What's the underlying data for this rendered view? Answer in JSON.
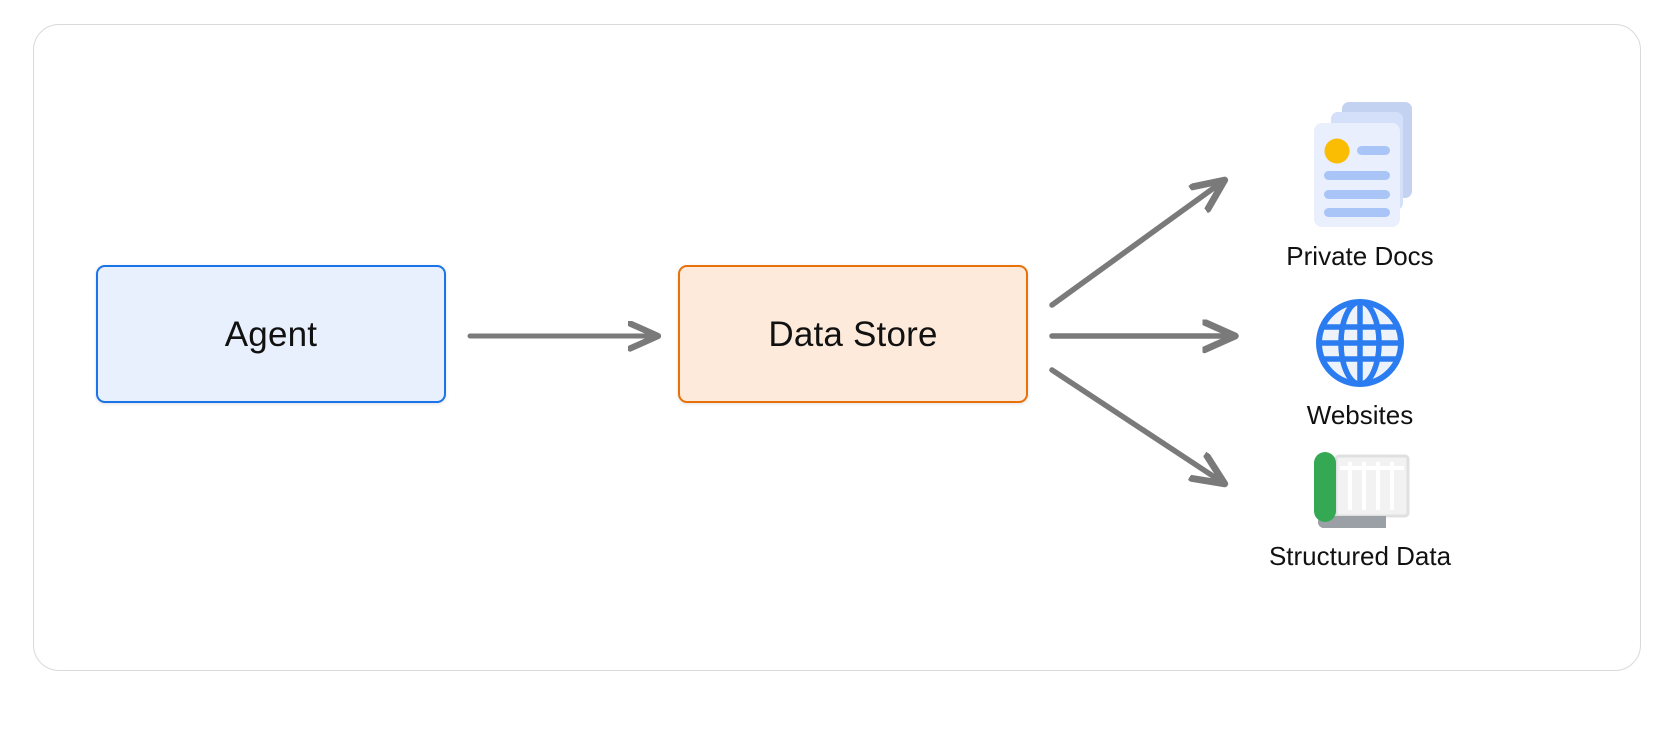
{
  "diagram": {
    "title": "Agent data store sources flow",
    "background_color": "#ffffff",
    "card_border_color": "#d9d9d9",
    "nodes": [
      {
        "id": "agent",
        "label": "Agent",
        "border_color": "#1a73e8",
        "fill_color": "#e8f0fe",
        "text_color": "#111111"
      },
      {
        "id": "data-store",
        "label": "Data Store",
        "border_color": "#e8710a",
        "fill_color": "#fdeadb",
        "text_color": "#111111"
      }
    ],
    "edges": [
      {
        "id": "agent-to-datastore",
        "from": "agent",
        "to": "data-store",
        "color": "#7a7a7a",
        "style": "solid-arrow"
      },
      {
        "id": "datastore-to-private-docs",
        "from": "data-store",
        "to": "private-docs",
        "color": "#7a7a7a",
        "style": "solid-arrow"
      },
      {
        "id": "datastore-to-websites",
        "from": "data-store",
        "to": "websites",
        "color": "#7a7a7a",
        "style": "solid-arrow"
      },
      {
        "id": "datastore-to-structured-data",
        "from": "data-store",
        "to": "structured-data",
        "color": "#7a7a7a",
        "style": "solid-arrow"
      }
    ],
    "sources": [
      {
        "id": "private-docs",
        "label": "Private Docs",
        "icon": "documents-stack-icon",
        "colors": {
          "page": "#e8eefc",
          "page_back": "#c6d4f2",
          "accent_dot": "#fbbc04",
          "line": "#a8c4f7"
        }
      },
      {
        "id": "websites",
        "label": "Websites",
        "icon": "globe-icon",
        "colors": {
          "stroke": "#2b7cf0",
          "fill": "#eef3fb"
        }
      },
      {
        "id": "structured-data",
        "label": "Structured Data",
        "icon": "spreadsheet-icon",
        "colors": {
          "spine": "#34a853",
          "base": "#9aa0a6",
          "grid": "#e4e4e4",
          "sheet": "#f5f5f5"
        }
      }
    ],
    "arrow_color": "#7a7a7a"
  }
}
